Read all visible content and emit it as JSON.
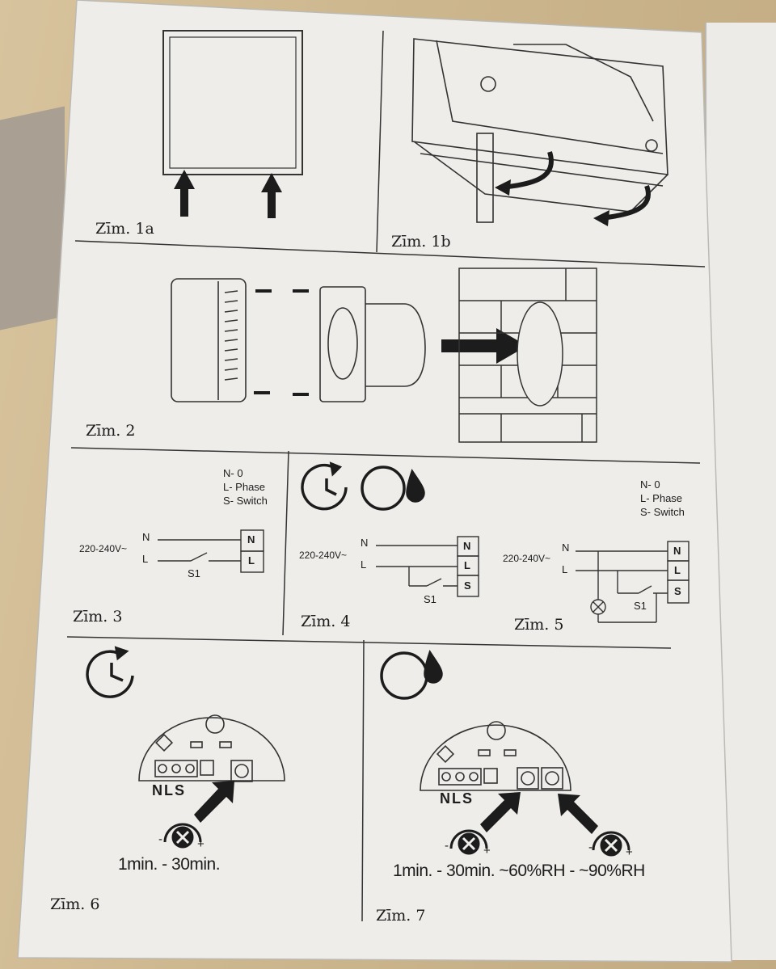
{
  "figures": {
    "fig1a": "Zīm. 1a",
    "fig1b": "Zīm. 1b",
    "fig2": "Zīm. 2",
    "fig3": "Zīm. 3",
    "fig4": "Zīm. 4",
    "fig5": "Zīm. 5",
    "fig6": "Zīm. 6",
    "fig7": "Zīm. 7"
  },
  "legend": {
    "n": "N- 0",
    "l": "L- Phase",
    "s": "S- Switch"
  },
  "wiring": {
    "voltage": "220-240V~",
    "wire_n": "N",
    "wire_l": "L",
    "switch": "S1",
    "terminal_n": "N",
    "terminal_l": "L",
    "terminal_s": "S"
  },
  "settings": {
    "terminals": "NLS",
    "timer_range": "1min.  - 30min.",
    "timer_humidity_range": "1min.  - 30min. ~60%RH - ~90%RH",
    "minus": "-",
    "plus": "+"
  }
}
